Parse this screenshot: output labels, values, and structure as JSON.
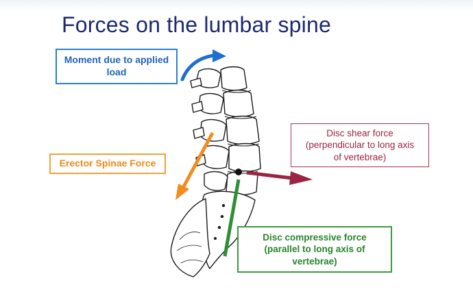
{
  "title": "Forces on the lumbar spine",
  "labels": {
    "moment": [
      "Moment due to applied",
      "load"
    ],
    "erector": [
      "Erector Spinae Force"
    ],
    "shear": [
      "Disc shear force",
      "(perpendicular to long axis",
      "of vertebrae)"
    ],
    "compressive": [
      "Disc compressive force",
      "(parallel to long axis of",
      "vertebrae)"
    ]
  },
  "colors": {
    "moment": "#1f6fd0",
    "erector": "#f28c1e",
    "shear": "#9a2442",
    "compressive": "#2f8f33",
    "title": "#1c2a6e"
  }
}
